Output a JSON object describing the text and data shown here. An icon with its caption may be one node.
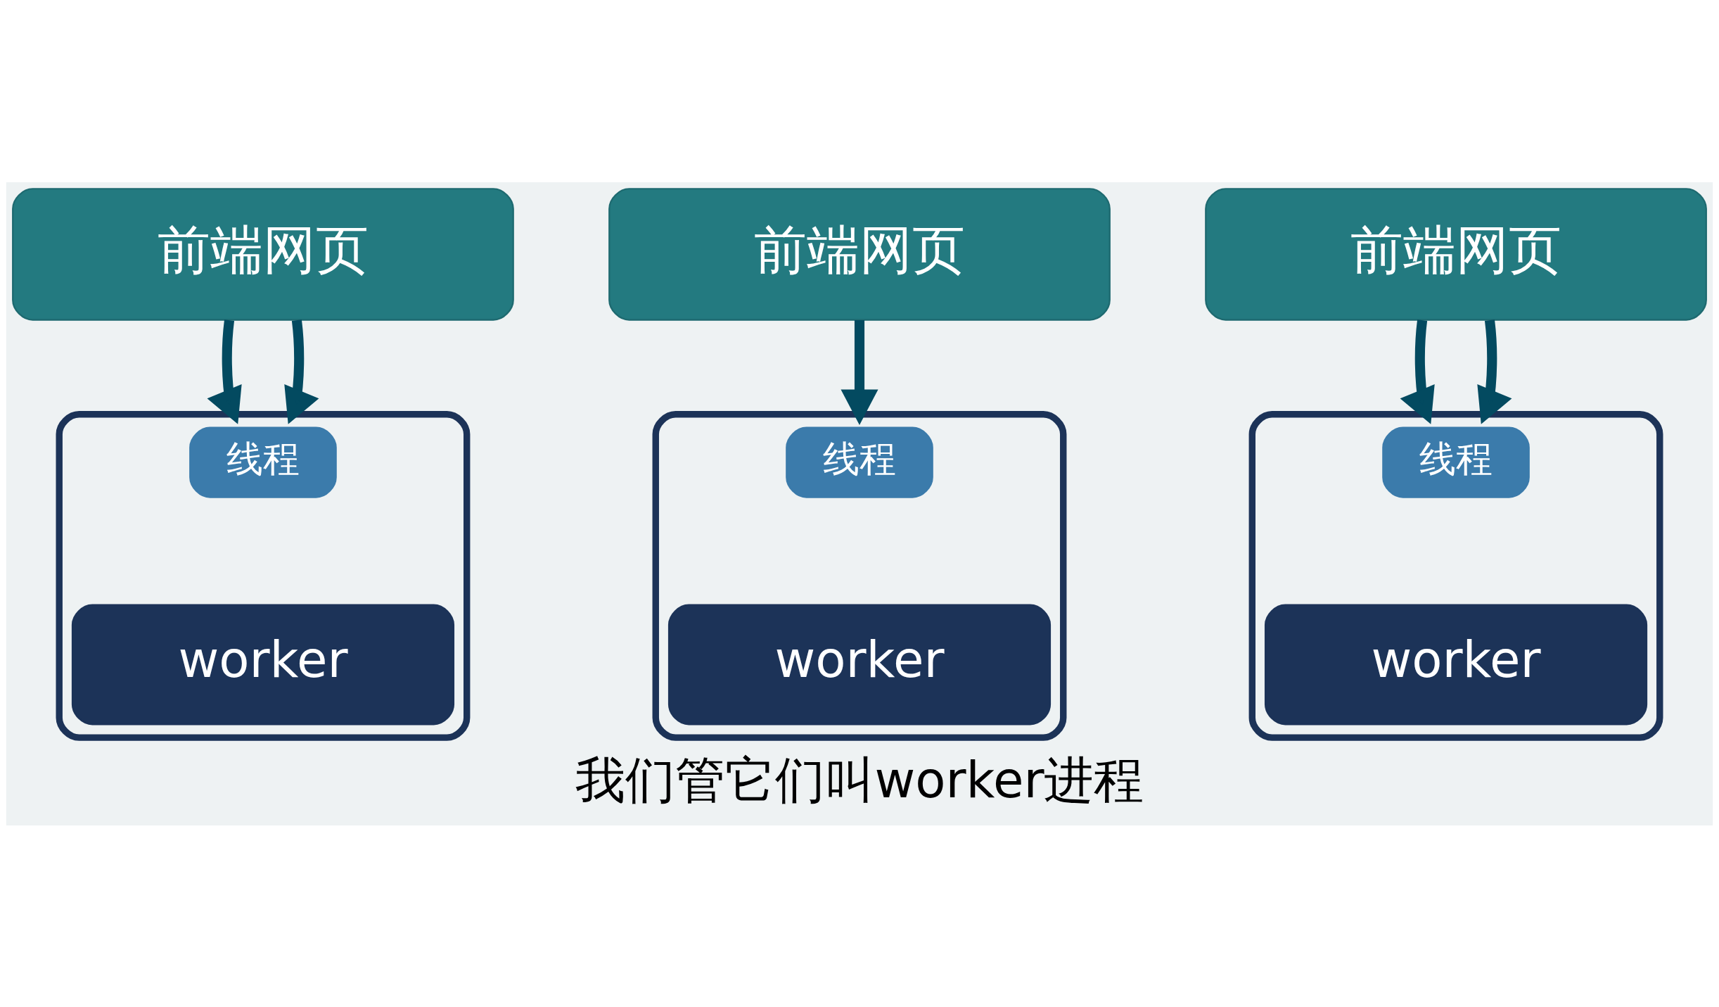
{
  "diagram": {
    "caption": "我们管它们叫worker进程",
    "nodes": [
      {
        "text": [
          "前端网页"
        ]
      },
      {
        "text": [
          "前端网页"
        ]
      },
      {
        "text": [
          "前端网页"
        ]
      },
      {
        "text": [],
        "shape": "box"
      },
      {
        "text": [
          "线程"
        ],
        "in": 3
      },
      {
        "text": [
          "worker"
        ],
        "in": 3
      },
      {
        "text": [],
        "shape": "box"
      },
      {
        "text": [
          "线程"
        ],
        "in": 6
      },
      {
        "text": [
          "worker"
        ],
        "in": 6
      },
      {
        "text": [],
        "shape": "box"
      },
      {
        "text": [
          "线程"
        ],
        "in": 9
      },
      {
        "text": [
          "worker"
        ],
        "in": 9
      }
    ],
    "edges": [
      {
        "from": 0,
        "to": 3,
        "arrow": "to"
      },
      {
        "from": 0,
        "to": 3,
        "arrow": "to"
      },
      {
        "from": 1,
        "to": 6,
        "arrow": "to"
      },
      {
        "from": 2,
        "to": 9,
        "arrow": "to"
      },
      {
        "from": 2,
        "to": 9,
        "arrow": "to"
      }
    ]
  }
}
